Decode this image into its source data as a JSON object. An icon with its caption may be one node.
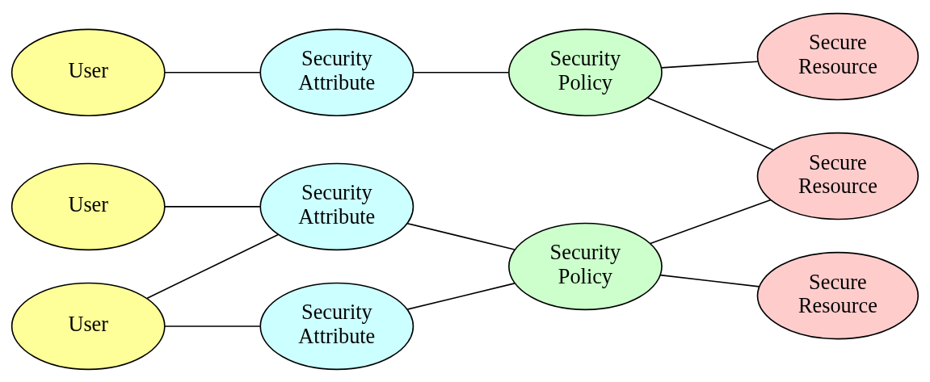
{
  "diagram": {
    "nodes": [
      {
        "text": [
          "User"
        ]
      },
      {
        "text": [
          "User"
        ]
      },
      {
        "text": [
          "User"
        ]
      },
      {
        "text": [
          "Security Attribute"
        ]
      },
      {
        "text": [
          "Security Attribute"
        ]
      },
      {
        "text": [
          "Security Attribute"
        ]
      },
      {
        "text": [
          "Security Policy"
        ]
      },
      {
        "text": [
          "Security Policy"
        ]
      },
      {
        "text": [
          "Secure Resource"
        ]
      },
      {
        "text": [
          "Secure Resource"
        ]
      },
      {
        "text": [
          "Secure Resource"
        ]
      }
    ],
    "edges": [
      {
        "from": 0,
        "to": 3,
        "arrow": "none"
      },
      {
        "from": 1,
        "to": 3,
        "arrow": "none"
      },
      {
        "from": 1,
        "to": 4,
        "arrow": "none"
      },
      {
        "from": 2,
        "to": 5,
        "arrow": "none"
      },
      {
        "from": 3,
        "to": 6,
        "arrow": "none"
      },
      {
        "from": 4,
        "to": 6,
        "arrow": "none"
      },
      {
        "from": 5,
        "to": 7,
        "arrow": "none"
      },
      {
        "from": 6,
        "to": 8,
        "arrow": "none"
      },
      {
        "from": 6,
        "to": 9,
        "arrow": "none"
      },
      {
        "from": 7,
        "to": 9,
        "arrow": "none"
      },
      {
        "from": 7,
        "to": 10,
        "arrow": "none"
      }
    ]
  }
}
